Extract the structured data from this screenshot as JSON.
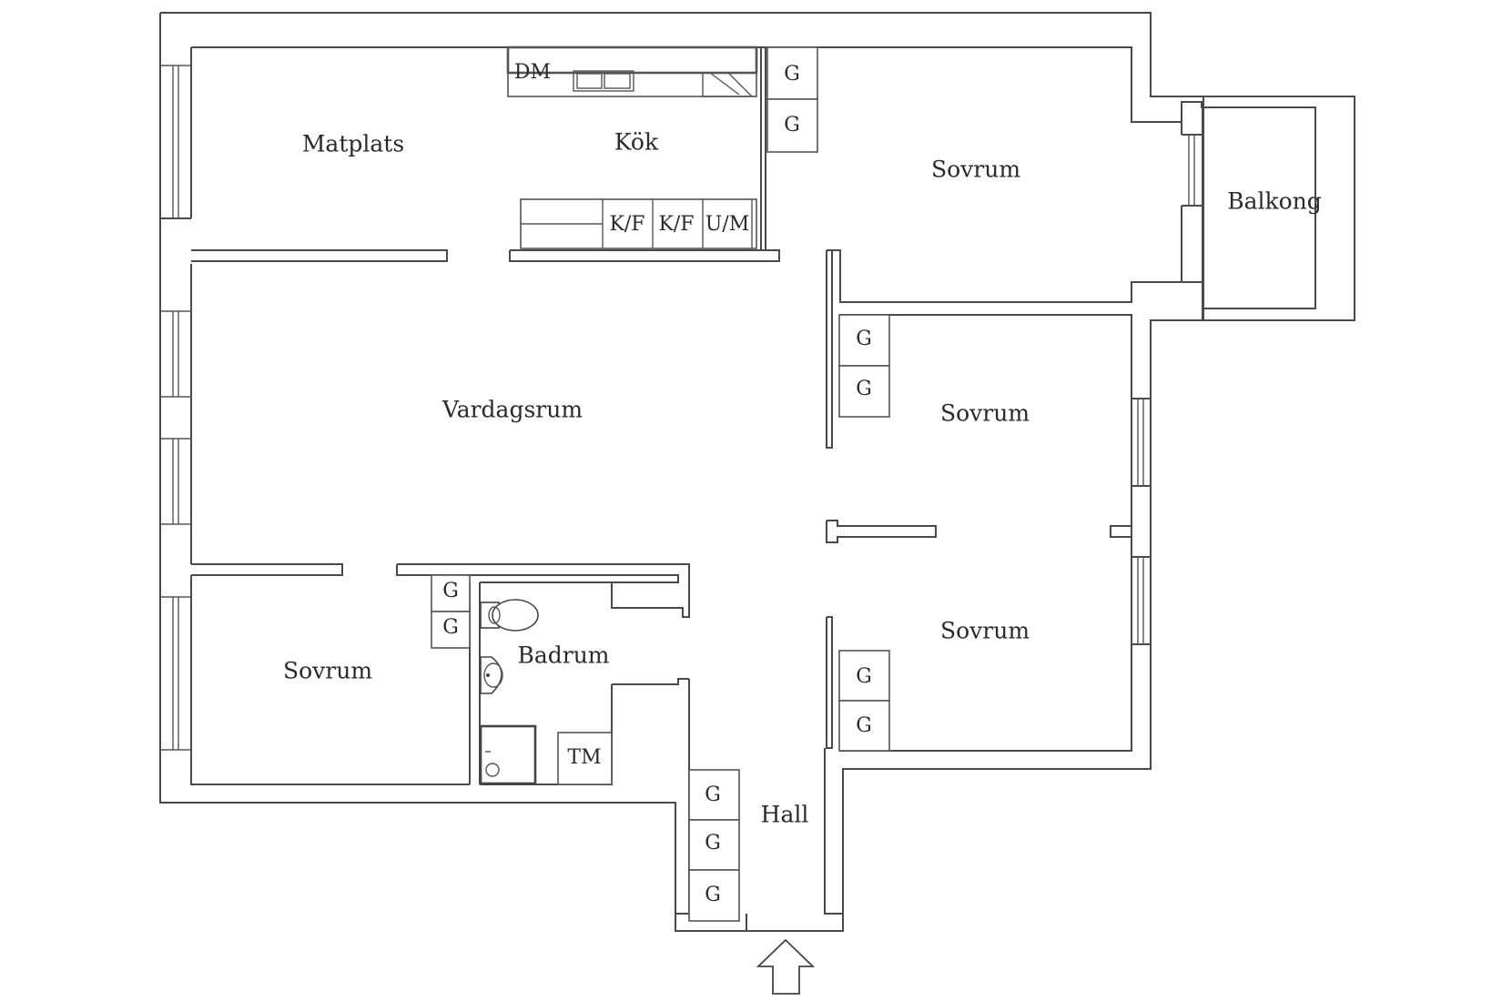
{
  "rooms": {
    "matplats": "Matplats",
    "kok": "Kök",
    "sovrum_ne": "Sovrum",
    "balkong": "Balkong",
    "vardagsrum": "Vardagsrum",
    "sovrum_e": "Sovrum",
    "sovrum_se": "Sovrum",
    "sovrum_sw": "Sovrum",
    "badrum": "Badrum",
    "hall": "Hall"
  },
  "fixtures": {
    "dishwasher": "DM",
    "fridge_freezer_1": "K/F",
    "fridge_freezer_2": "K/F",
    "oven_microwave": "U/M",
    "washing_machine": "TM"
  },
  "closet_label": "G",
  "entrance_icon": "entrance-arrow-icon"
}
